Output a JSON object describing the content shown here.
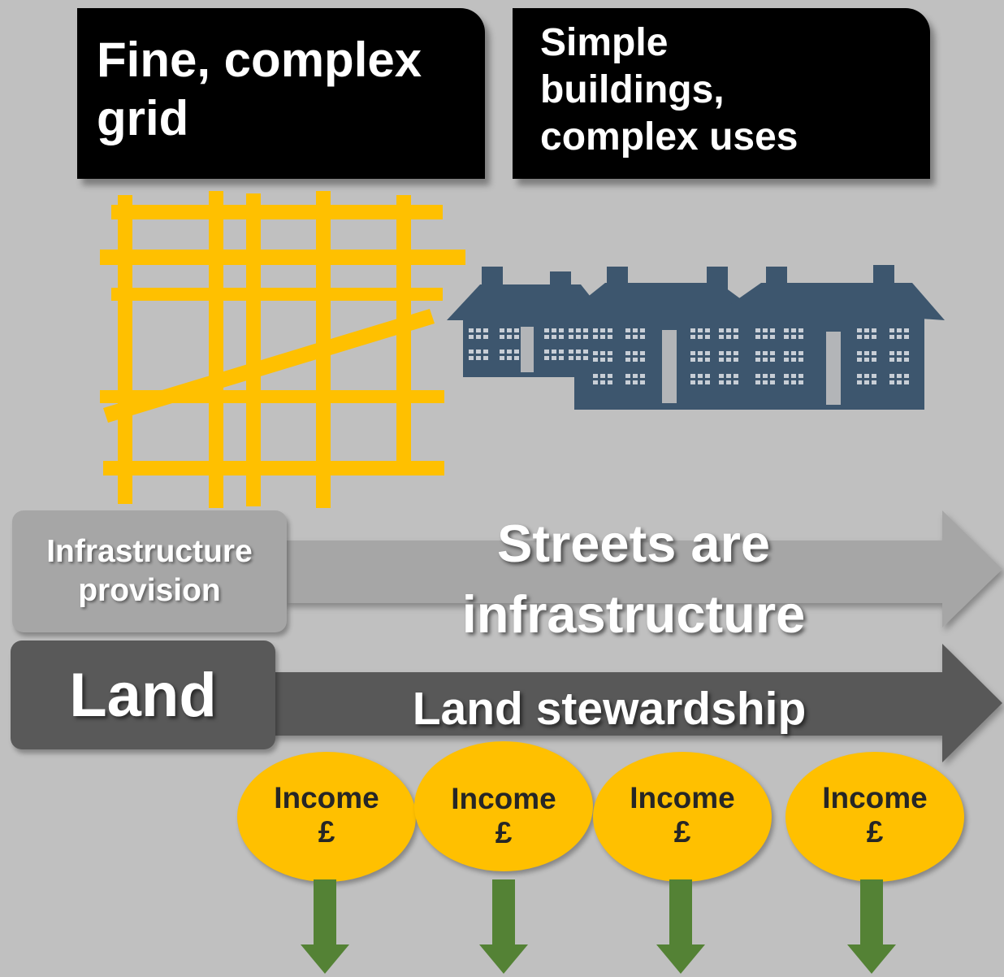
{
  "titles": {
    "grid_title_lines": [
      "Fine, complex",
      "grid"
    ],
    "buildings_title_lines": [
      "Simple",
      "buildings,",
      "complex uses"
    ]
  },
  "infrastructure": {
    "label_lines": [
      "Infrastructure",
      "provision"
    ],
    "arrow_lines": [
      "Streets are",
      "infrastructure"
    ]
  },
  "land": {
    "label": "Land",
    "arrow_text": "Land stewardship"
  },
  "income_items": [
    {
      "label": "Income",
      "symbol": "£"
    },
    {
      "label": "Income",
      "symbol": "£"
    },
    {
      "label": "Income",
      "symbol": "£"
    },
    {
      "label": "Income",
      "symbol": "£"
    }
  ],
  "colors": {
    "background": "#c0c0c0",
    "grid_yellow": "#ffc000",
    "building_blue": "#3d566e",
    "income_yellow": "#ffc000",
    "down_arrow_green": "#548235",
    "infra_gray": "#a6a6a6",
    "land_gray": "#595959",
    "title_black": "#000000"
  },
  "icons": [
    "street-grid-icon",
    "terraced-buildings-icon",
    "down-arrow-icon"
  ]
}
